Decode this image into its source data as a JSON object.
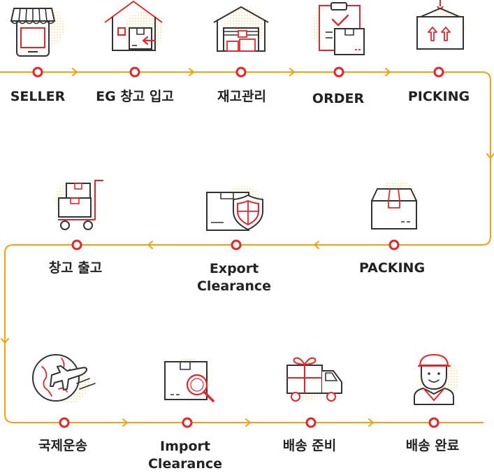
{
  "colors": {
    "flow": "#f2a20c",
    "accent": "#e4262b",
    "ink": "#333333",
    "dots": "#f6cf70"
  },
  "steps": [
    {
      "id": "seller",
      "lines": [
        "SELLER"
      ],
      "icon": "storefront-tablet-icon"
    },
    {
      "id": "eg-inbound",
      "lines": [
        "EG 창고 입고"
      ],
      "icon": "warehouse-inbound-icon"
    },
    {
      "id": "inventory",
      "lines": [
        "재고관리"
      ],
      "icon": "warehouse-garage-icon"
    },
    {
      "id": "order",
      "lines": [
        "ORDER"
      ],
      "icon": "clipboard-box-icon"
    },
    {
      "id": "picking",
      "lines": [
        "PICKING"
      ],
      "icon": "hanging-box-icon"
    },
    {
      "id": "packing",
      "lines": [
        "PACKING"
      ],
      "icon": "sealed-box-icon"
    },
    {
      "id": "export",
      "lines": [
        "Export",
        "Clearance"
      ],
      "icon": "box-shield-icon"
    },
    {
      "id": "outbound",
      "lines": [
        "창고 출고"
      ],
      "icon": "hand-truck-icon"
    },
    {
      "id": "shipping",
      "lines": [
        "국제운송"
      ],
      "icon": "globe-airplane-icon"
    },
    {
      "id": "import",
      "lines": [
        "Import",
        "Clearance"
      ],
      "icon": "box-magnifier-icon"
    },
    {
      "id": "prep",
      "lines": [
        "배송 준비"
      ],
      "icon": "gift-truck-icon"
    },
    {
      "id": "done",
      "lines": [
        "배송 완료"
      ],
      "icon": "courier-person-icon"
    }
  ]
}
